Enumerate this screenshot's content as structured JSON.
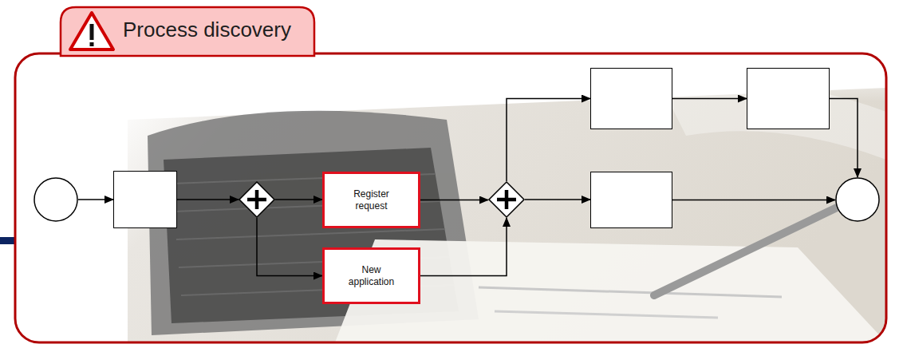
{
  "diagram": {
    "title": "Process discovery",
    "nodes": [
      {
        "text": []
      },
      {
        "text": []
      },
      {
        "text": []
      },
      {
        "text": [
          "Register request"
        ]
      },
      {
        "text": [
          "New application"
        ]
      },
      {
        "text": []
      },
      {
        "text": []
      },
      {
        "text": []
      },
      {
        "text": []
      },
      {
        "text": []
      }
    ],
    "edges": [
      {
        "from": 0,
        "to": 1,
        "arrow": "to"
      },
      {
        "from": 1,
        "to": 2,
        "arrow": "to"
      },
      {
        "from": 2,
        "to": 3,
        "arrow": "to"
      },
      {
        "from": 2,
        "to": 4,
        "arrow": "to"
      },
      {
        "from": 3,
        "to": 5,
        "arrow": "to"
      },
      {
        "from": 4,
        "to": 5,
        "arrow": "to"
      },
      {
        "from": 5,
        "to": 6,
        "arrow": "to"
      },
      {
        "from": 6,
        "to": 7,
        "arrow": "to"
      },
      {
        "from": 5,
        "to": 8,
        "arrow": "to"
      },
      {
        "from": 7,
        "to": 9,
        "arrow": "to"
      },
      {
        "from": 8,
        "to": 9,
        "arrow": "to"
      }
    ]
  }
}
